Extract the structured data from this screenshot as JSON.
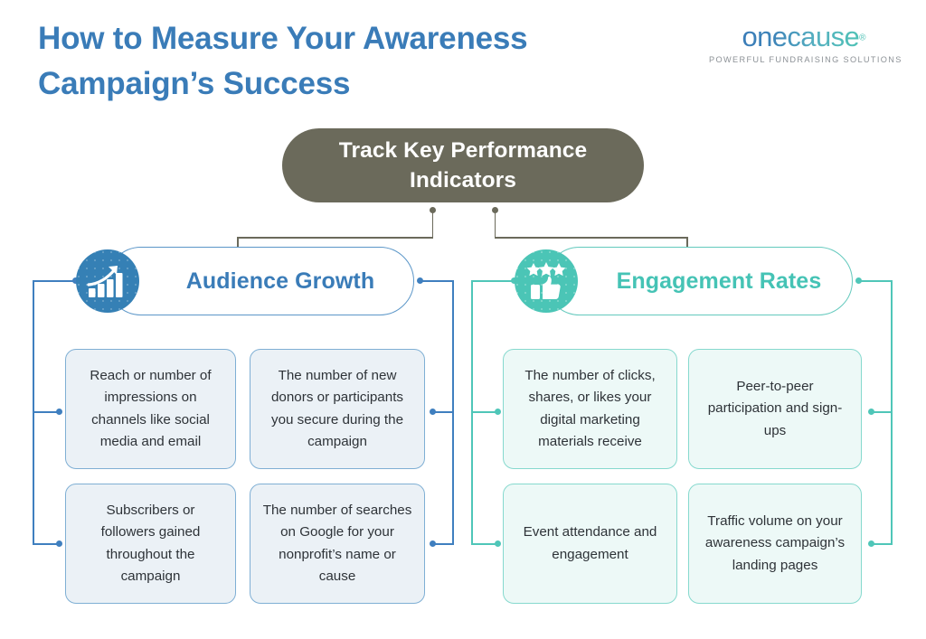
{
  "title": {
    "line1": "How to Measure Your Awareness",
    "line2": "Campaign’s Success",
    "color": "#3A7CB8"
  },
  "logo": {
    "wordmark": "onecause",
    "registered": "®",
    "tagline": "POWERFUL FUNDRAISING SOLUTIONS",
    "gradient_start": "#3A7CB8",
    "gradient_end": "#4FC2B6",
    "tagline_color": "#8C9196"
  },
  "root": {
    "label": "Track Key Performance Indicators",
    "background": "#6B6A5B",
    "text_color": "#FFFFFF"
  },
  "branches": [
    {
      "id": "audience-growth",
      "label": "Audience Growth",
      "icon": "bar-chart-growth-icon",
      "accent": "#3A7CB8",
      "circle": "#3580B5",
      "card_fill": "#EBF1F6",
      "card_border": "#7FAFD4",
      "items": [
        "Reach or number of impressions on channels like social media and email",
        "The number of new donors or participants you secure during the campaign",
        "Subscribers or followers gained throughout the campaign",
        "The number of searches on Google for your nonprofit’s name or cause"
      ]
    },
    {
      "id": "engagement-rates",
      "label": "Engagement Rates",
      "icon": "thumbs-up-stars-icon",
      "accent": "#45C3B5",
      "circle": "#4BC5B6",
      "card_fill": "#EDF9F7",
      "card_border": "#86D9CE",
      "items": [
        "The number of clicks, shares, or likes your digital marketing materials receive",
        "Peer-to-peer participation and sign-ups",
        "Event attendance and engagement",
        "Traffic volume on your awareness campaign’s landing pages"
      ]
    }
  ]
}
